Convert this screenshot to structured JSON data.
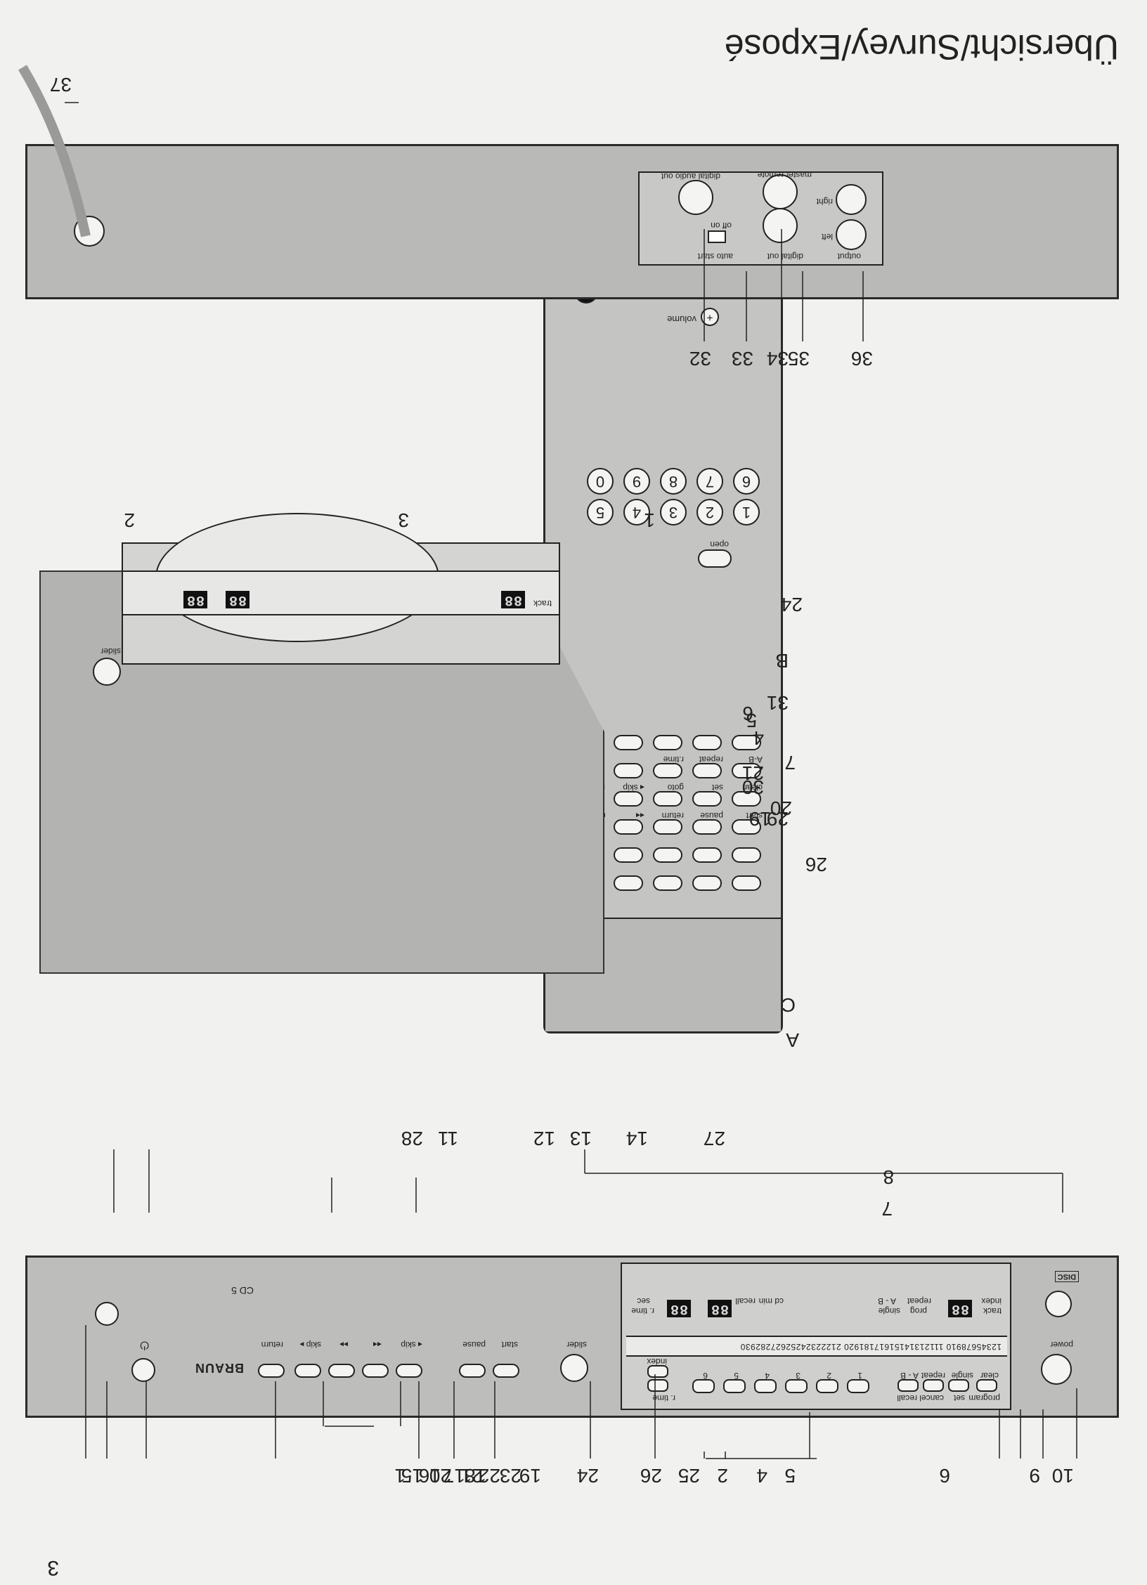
{
  "page": {
    "title": "Übersicht/Survey/Exposé",
    "number": "3"
  },
  "front": {
    "power": "power",
    "logo": "DISC",
    "program": "program",
    "clear": "clear",
    "set": "set",
    "single": "single",
    "cancel_recall": "cancel recall",
    "repeat": "repeat",
    "ab": "A - B",
    "rtime": "r. time",
    "index": "index",
    "track": "track",
    "prog": "prog",
    "cd_min": "cd min",
    "recall": "recall",
    "sec": "sec",
    "lcd_track": "88",
    "lcd_min": "88",
    "lcd_sec": "88",
    "track_numbers": "12345678910  11121314151617181920  21222324252627282930",
    "digits": [
      "1",
      "2",
      "3",
      "4",
      "5",
      "6"
    ],
    "slider": "slider",
    "start": "start",
    "pause": "pause",
    "skip_back": "◂ skip",
    "rewind": "◂◂",
    "forward": "▸▸",
    "skip_fwd": "skip ▸",
    "return": "return",
    "brand": "BRAUN",
    "model": "CD 5",
    "callouts_top": [
      "10",
      "9",
      "6",
      "7",
      "8",
      "5",
      "4",
      "2",
      "25",
      "26",
      "24",
      "19",
      "23",
      "22",
      "18",
      "21",
      "17",
      "20",
      "16",
      "15",
      "1"
    ],
    "callouts_bottom": [
      "27",
      "14",
      "13",
      "12",
      "11",
      "28"
    ]
  },
  "remote": {
    "open": "open",
    "volume": "volume",
    "keys": [
      "start",
      "pause",
      "return",
      "◂◂",
      "▸▸",
      "clear",
      "set",
      "goto",
      "◂ skip",
      "skip ▸",
      "A-B",
      "repeat",
      "r.time"
    ],
    "numbers": [
      "1",
      "2",
      "3",
      "4",
      "5",
      "6",
      "7",
      "8",
      "9",
      "0"
    ],
    "callouts": [
      "A",
      "C",
      "26",
      "29",
      "19",
      "20",
      "30",
      "21",
      "7",
      "4",
      "5",
      "6",
      "31",
      "B",
      "24"
    ]
  },
  "drawer": {
    "callouts": [
      "2",
      "3",
      "1"
    ]
  },
  "rear": {
    "output": "output",
    "left": "left",
    "right": "right",
    "digital_out": "digital out",
    "master_remote": "master remote",
    "auto_start": "auto start",
    "off_on": "off  on",
    "digital_audio_out": "digital audio out",
    "callouts": [
      "36",
      "35",
      "34",
      "33",
      "32",
      "37"
    ]
  }
}
